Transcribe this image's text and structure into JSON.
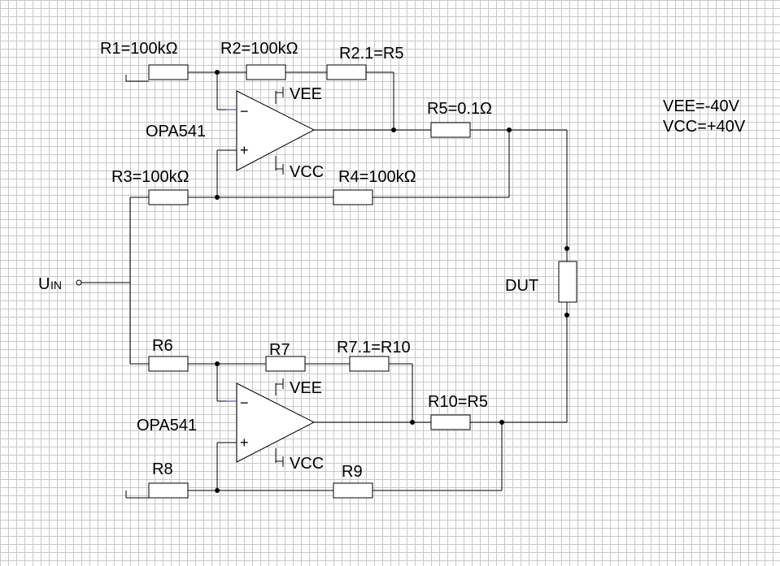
{
  "components": {
    "r1": "R1=100kΩ",
    "r2": "R2=100kΩ",
    "r2_1": "R2.1=R5",
    "r3": "R3=100kΩ",
    "r4": "R4=100kΩ",
    "r5": "R5=0.1Ω",
    "r6": "R6",
    "r7": "R7",
    "r7_1": "R7.1=R10",
    "r8": "R8",
    "r9": "R9",
    "r10": "R10=R5",
    "dut": "DUT"
  },
  "opamps": {
    "top_name": "OPA541",
    "bottom_name": "OPA541",
    "minus": "−",
    "plus": "+",
    "vee": "VEE",
    "vcc": "VCC"
  },
  "supply": {
    "vee": "VEE=-40V",
    "vcc": "VCC=+40V"
  },
  "input": {
    "main": "U",
    "sub": "IN"
  }
}
